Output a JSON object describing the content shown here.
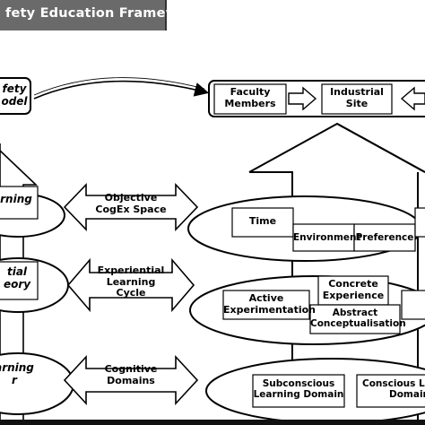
{
  "title": "fety Education Framework",
  "model_label": [
    "fety",
    "odel"
  ],
  "top_row": {
    "faculty": [
      "Faculty",
      "Members"
    ],
    "industrial": [
      "Industrial",
      "Site"
    ]
  },
  "left_house": {
    "level1": "rning",
    "level2": [
      "tial",
      "eory"
    ],
    "level3": [
      "arning",
      "r"
    ]
  },
  "connectors": {
    "c1": [
      "Objective",
      "CogEx Space"
    ],
    "c2": [
      "Experiential",
      "Learning",
      "Cycle"
    ],
    "c3": [
      "Cognitive",
      "Domains"
    ]
  },
  "right_house": {
    "time": "Time",
    "environment": "Environment",
    "preference": "Preference",
    "concrete": [
      "Concrete",
      "Experience"
    ],
    "active": [
      "Active",
      "Experimentation"
    ],
    "abstract": [
      "Abstract",
      "Conceptualisation"
    ],
    "subconscious": [
      "Subconscious",
      "Learning Domain"
    ],
    "conscious": [
      "Conscious Lea",
      "Domain"
    ]
  },
  "colors": {
    "title_bg": "#6a6a6a",
    "line": "#000000",
    "box_fill": "#ffffff"
  }
}
